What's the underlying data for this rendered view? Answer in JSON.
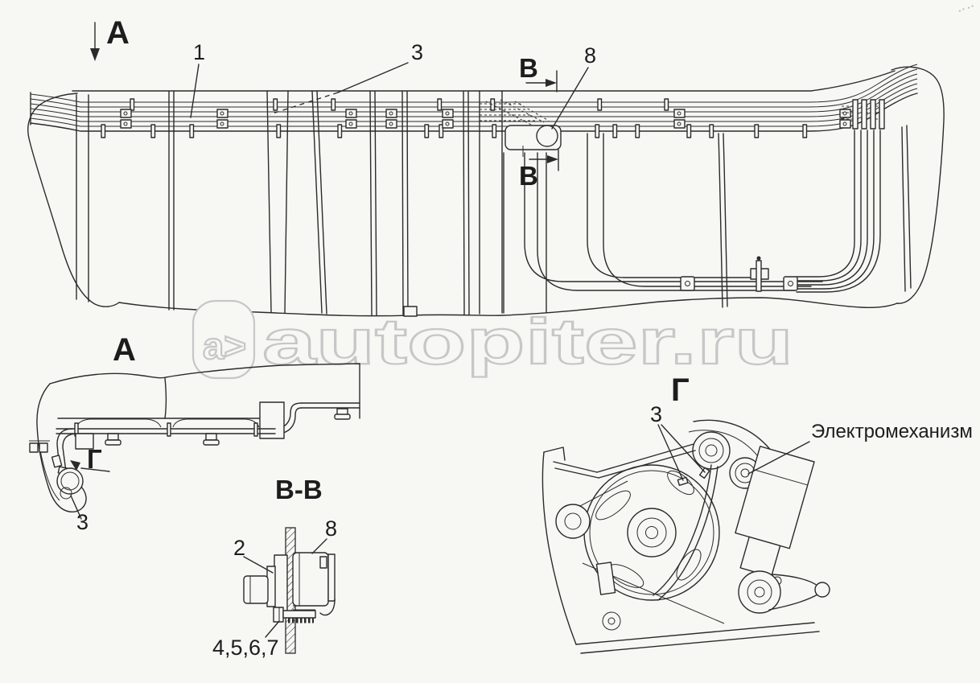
{
  "colors": {
    "background": "#f7f7f4",
    "line": "#2b2b2b",
    "watermark": "#c7c7c7"
  },
  "watermark": {
    "logo": "a>",
    "text": "autopiter.ru"
  },
  "main_view": {
    "view_arrow_label": "А",
    "callout_harness": "1",
    "callout_clamp": "3",
    "callout_connector": "8",
    "section_marker_top": "В",
    "section_marker_bottom": "В"
  },
  "view_a": {
    "title": "А",
    "detail_marker": "Г",
    "callout_clamp": "3"
  },
  "section_bb": {
    "title": "В-В",
    "callout_grommet": "2",
    "callout_connector": "8",
    "callout_fasteners": "4,5,6,7"
  },
  "view_g": {
    "title": "Г",
    "callout_clamp": "3",
    "annotation": "Электромеханизм"
  }
}
